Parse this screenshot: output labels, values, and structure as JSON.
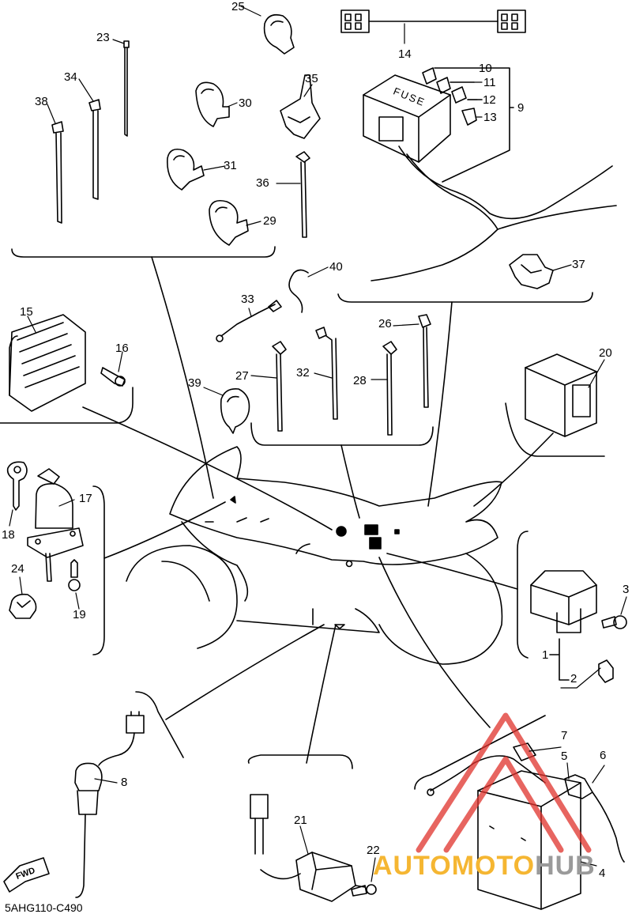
{
  "diagram": {
    "code": "5AHG110-C490",
    "fwd_label": "FWD",
    "fuse_label": "FUSE",
    "watermark": {
      "part1": "AUTOMOTO",
      "part2": "HUB",
      "color1": "#f5b632",
      "color2": "#9a9a9a",
      "logo_color": "#e0322c"
    },
    "labels": {
      "p1": "1",
      "p2": "2",
      "p3": "3",
      "p4": "4",
      "p5": "5",
      "p6": "6",
      "p7": "7",
      "p8": "8",
      "p9": "9",
      "p10": "10",
      "p11": "11",
      "p12": "12",
      "p13": "13",
      "p14": "14",
      "p15": "15",
      "p16": "16",
      "p17": "17",
      "p18": "18",
      "p19": "19",
      "p20": "20",
      "p21": "21",
      "p22": "22",
      "p23": "23",
      "p24": "24",
      "p25": "25",
      "p26": "26",
      "p27": "27",
      "p28": "28",
      "p29": "29",
      "p30": "30",
      "p31": "31",
      "p32": "32",
      "p33": "33",
      "p34": "34",
      "p35": "35",
      "p36": "36",
      "p37": "37",
      "p38": "38",
      "p39": "39",
      "p40": "40"
    }
  }
}
